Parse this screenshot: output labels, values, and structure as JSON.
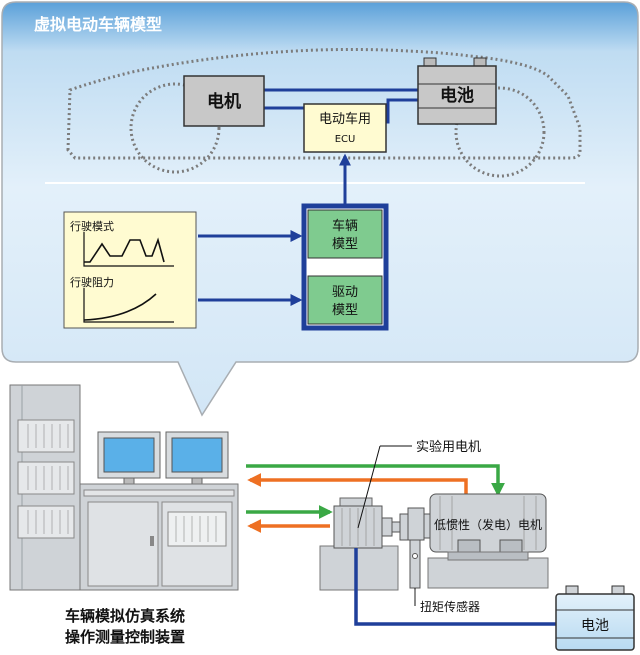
{
  "callout": {
    "title": "虚拟电动车辆模型",
    "motor": "电机",
    "battery": "电池",
    "ecu_line1": "电动车用",
    "ecu_line2": "ECU",
    "drive_mode": "行驶模式",
    "drive_resistance": "行驶阻力",
    "vehicle_model_line1": "车辆",
    "vehicle_model_line2": "模型",
    "drive_model_line1": "驱动",
    "drive_model_line2": "模型"
  },
  "test_rig": {
    "test_motor": "实验用电机",
    "low_inertia_motor": "低惯性（发电）电机",
    "torque_sensor": "扭矩传感器",
    "battery": "电池"
  },
  "system_label": {
    "line1": "车辆模拟仿真系统",
    "line2": "操作测量控制装置"
  },
  "colors": {
    "callout_bg": "#d6eaf8",
    "callout_header": "#5aa0d9",
    "model_green": "#7fcb8f",
    "ecu_yellow": "#fffbd1",
    "link_blue": "#1f3f9a",
    "arrow_green": "#3aa845",
    "arrow_orange": "#ee7023",
    "equipment_gray": "#cfd3d7"
  }
}
